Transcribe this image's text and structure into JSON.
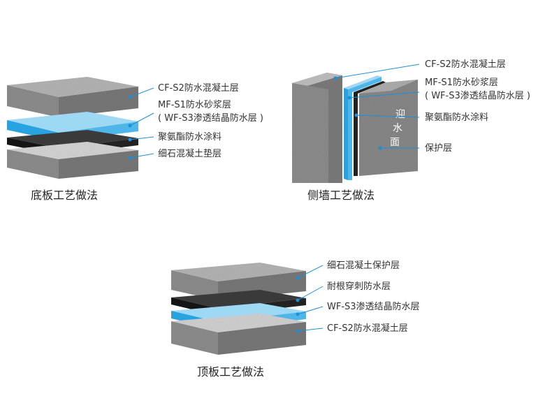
{
  "colors": {
    "concrete_top": "#b7b7b7",
    "concrete_front": "#8f8f8f",
    "concrete_side": "#6e6e6e",
    "blue_layer": "#29a3e0",
    "light_blue_layer": "#9fd8f5",
    "black_layer": "#222222",
    "leader": "#1c8fd6",
    "dot": "#1c8fd6"
  },
  "floor": {
    "caption": "底板工艺做法",
    "labels": {
      "l1": "CF-S2防水混凝土层",
      "l2a": "MF-S1防水砂浆层",
      "l2b": "( WF-S3渗透结晶防水层 )",
      "l3": "聚氨酯防水涂料",
      "l4": "细石混凝土垫层"
    }
  },
  "wall": {
    "caption": "侧墙工艺做法",
    "vertical_text": [
      "迎",
      "水",
      "面"
    ],
    "labels": {
      "l1": "CF-S2防水混凝土层",
      "l2a": "MF-S1防水砂浆层",
      "l2b": "( WF-S3渗透结晶防水层 )",
      "l3": "聚氨酯防水涂料",
      "l4": "保护层"
    }
  },
  "roof": {
    "caption": "顶板工艺做法",
    "labels": {
      "l1": "细石混凝土保护层",
      "l2": "耐根穿刺防水层",
      "l3": "WF-S3渗透结晶防水层",
      "l4": "CF-S2防水混凝土层"
    }
  }
}
